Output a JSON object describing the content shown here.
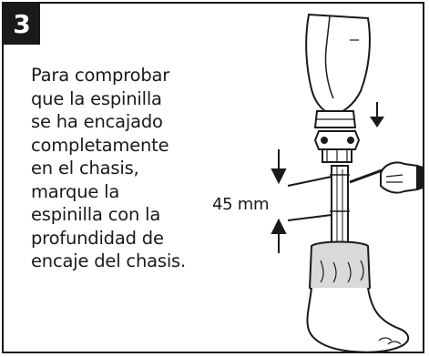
{
  "step": {
    "number": "3"
  },
  "instruction": {
    "text": "Para comprobar\nque la espinilla\nse ha encajado\ncompletamente\nen el chasis,\nmarque la\nespinilla con la\nprofundidad de\nencaje del chasis."
  },
  "illustration": {
    "measurement_label": "45 mm",
    "icons": [
      "prosthetic-socket-icon",
      "down-arrow-icon",
      "pylon-clamp-icon",
      "pylon-tube-icon",
      "marker-pen-hand-icon",
      "dimension-arrows-icon",
      "prosthetic-foot-icon"
    ]
  },
  "colors": {
    "ink": "#1a1a1a",
    "paper": "#ffffff",
    "cover": "#d9d9d9"
  }
}
